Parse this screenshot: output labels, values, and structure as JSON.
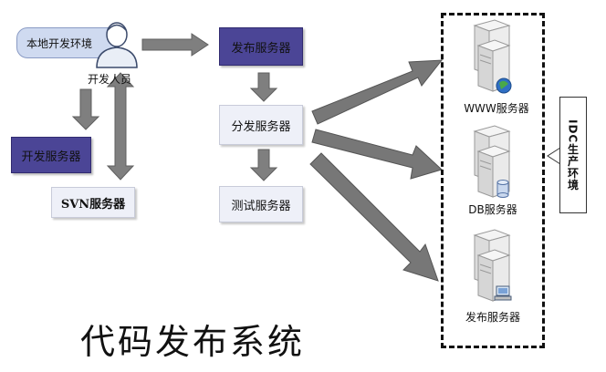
{
  "title": "代码发布系统",
  "developer": {
    "env_label": "本地开发环境",
    "person_label": "开发人员"
  },
  "nodes": {
    "dev_server": "开发服务器",
    "svn_server": "SVN服务器",
    "publish_server": "发布服务器",
    "dispatch_server": "分发服务器",
    "test_server": "测试服务器"
  },
  "idc": {
    "label": "IDC生产环境",
    "servers": [
      {
        "label": "WWW服务器",
        "badge": "globe-icon"
      },
      {
        "label": "DB服务器",
        "badge": "database-icon"
      },
      {
        "label": "发布服务器",
        "badge": "computer-icon"
      }
    ]
  },
  "colors": {
    "dark_box": "#4b4596",
    "light_box": "#eef0f8",
    "arrow": "#7a7a7a"
  }
}
